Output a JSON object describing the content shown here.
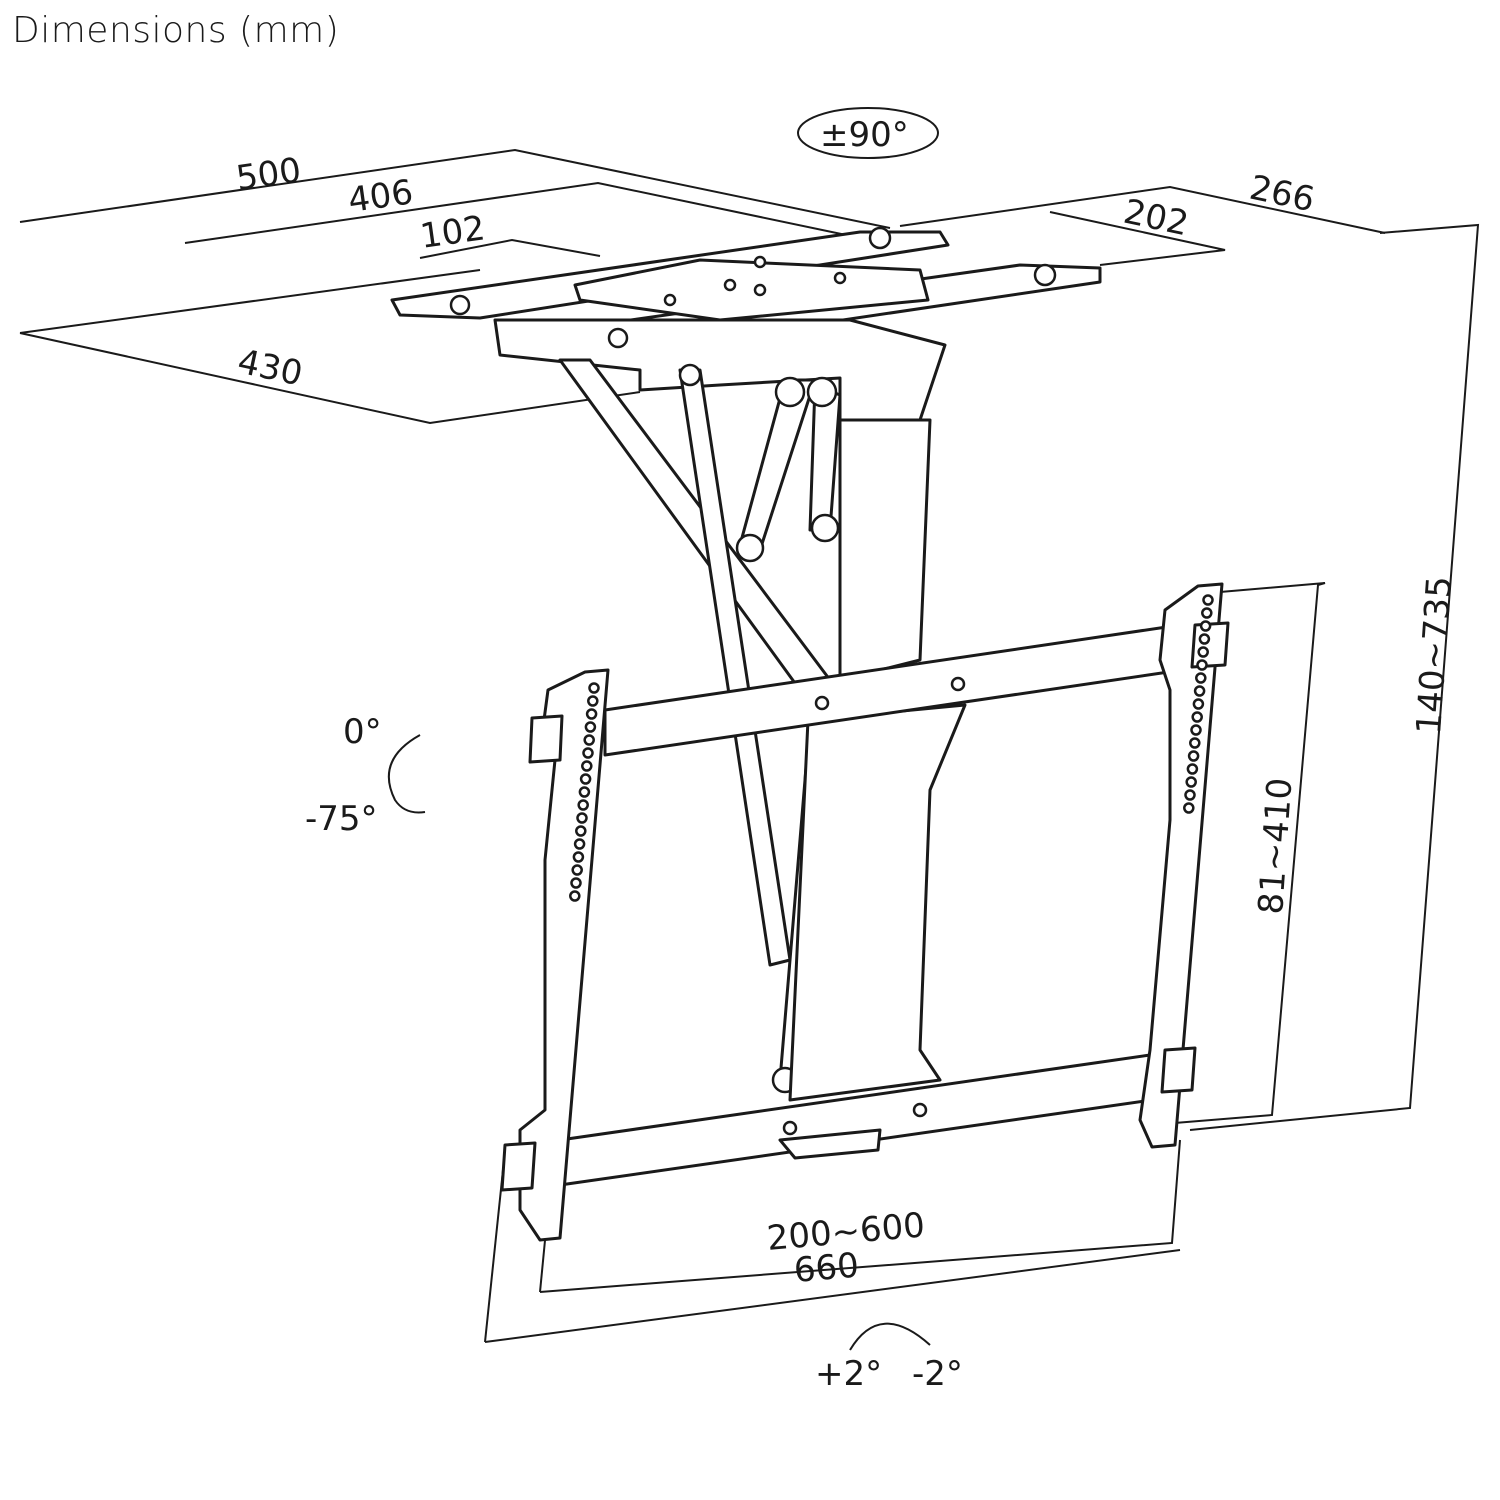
{
  "title": "Dimensions (mm)",
  "dimensions": {
    "plate_width": "500",
    "plate_inner": "406",
    "plate_center": "102",
    "plate_depth": "430",
    "swivel": "±90°",
    "arm_inner": "202",
    "arm_outer": "266",
    "height_range": "140~735",
    "vertical_pattern": "81~410",
    "horizontal_pattern": "200~600",
    "bracket_width": "660",
    "tilt_top": "0°",
    "tilt_bottom": "-75°",
    "level_plus": "+2°",
    "level_minus": "-2°"
  }
}
